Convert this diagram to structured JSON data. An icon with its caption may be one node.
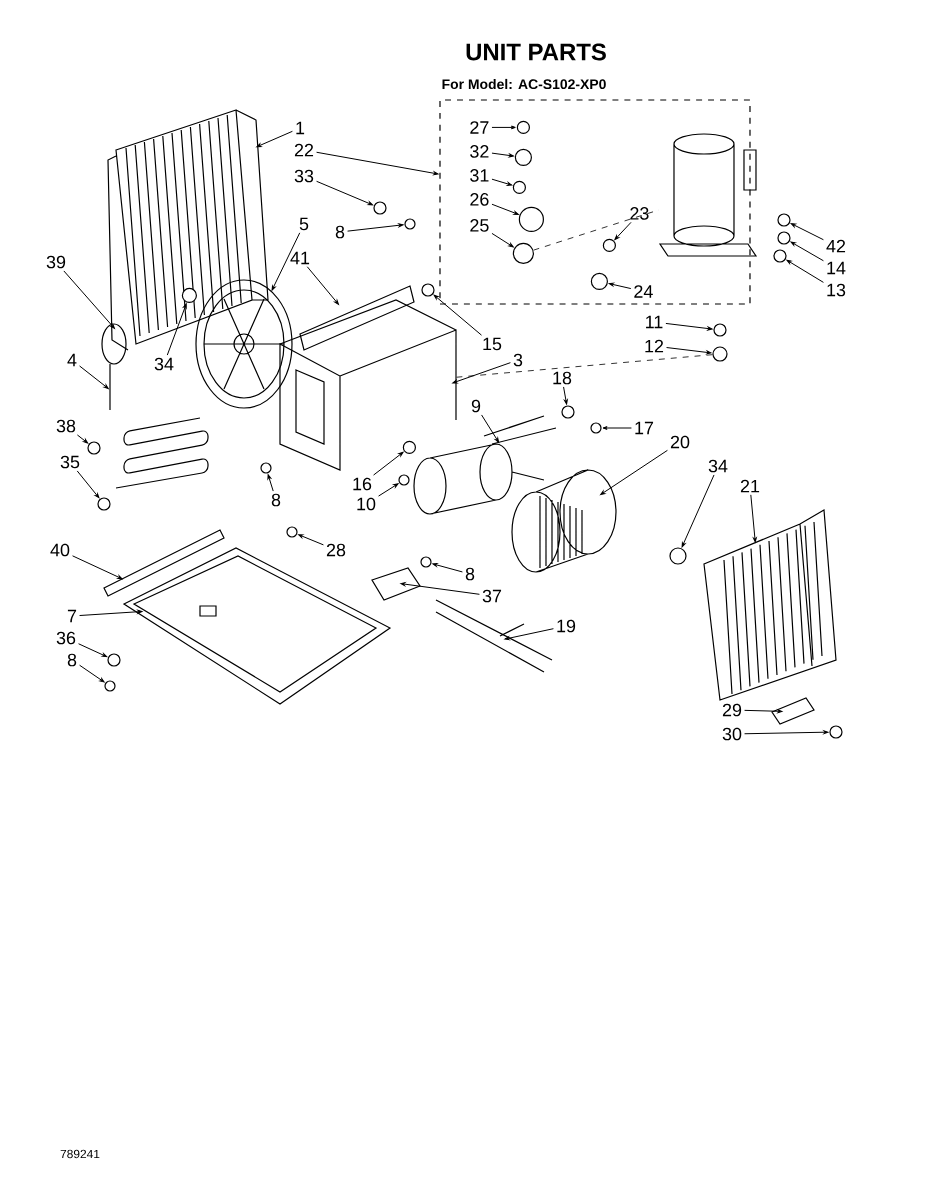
{
  "diagram": {
    "title": "UNIT PARTS",
    "nodes": [
      {
        "text": [],
        "shape": "box"
      },
      {
        "text": [
          "1"
        ]
      },
      {
        "text": [
          "22"
        ]
      },
      {
        "text": [
          "33"
        ]
      },
      {
        "text": [
          "8"
        ]
      },
      {
        "text": [
          "5"
        ]
      },
      {
        "text": [
          "41"
        ]
      },
      {
        "text": [
          "27"
        ],
        "in": 0
      },
      {
        "text": [
          "32"
        ],
        "in": 0
      },
      {
        "text": [
          "31"
        ],
        "in": 0
      },
      {
        "text": [
          "26"
        ],
        "in": 0
      },
      {
        "text": [
          "25"
        ],
        "in": 0
      },
      {
        "text": [
          "23"
        ],
        "in": 0
      },
      {
        "text": [
          "24"
        ],
        "in": 0
      },
      {
        "text": [
          "42"
        ]
      },
      {
        "text": [
          "14"
        ]
      },
      {
        "text": [
          "13"
        ]
      },
      {
        "text": [
          "11"
        ]
      },
      {
        "text": [
          "12"
        ]
      },
      {
        "text": [
          "15"
        ]
      },
      {
        "text": [
          "3"
        ]
      },
      {
        "text": [
          "39"
        ]
      },
      {
        "text": [
          "34"
        ]
      },
      {
        "text": [
          "4"
        ]
      },
      {
        "text": [
          "18"
        ]
      },
      {
        "text": [
          "9"
        ]
      },
      {
        "text": [
          "17"
        ]
      },
      {
        "text": [
          "20"
        ]
      },
      {
        "text": [
          "34"
        ]
      },
      {
        "text": [
          "21"
        ]
      },
      {
        "text": [
          "38"
        ]
      },
      {
        "text": [
          "35"
        ]
      },
      {
        "text": [
          "8"
        ]
      },
      {
        "text": [
          "16"
        ]
      },
      {
        "text": [
          "10"
        ]
      },
      {
        "text": [
          "28"
        ]
      },
      {
        "text": [
          "8"
        ]
      },
      {
        "text": [
          "37"
        ]
      },
      {
        "text": [
          "19"
        ]
      },
      {
        "text": [
          "40"
        ]
      },
      {
        "text": [
          "7"
        ]
      },
      {
        "text": [
          "36"
        ]
      },
      {
        "text": [
          "8"
        ]
      },
      {
        "text": [
          "29"
        ]
      },
      {
        "text": [
          "30"
        ]
      },
      {
        "text": [],
        "shape": "picture"
      },
      {
        "text": [],
        "shape": "circle"
      },
      {
        "text": [],
        "shape": "circle"
      },
      {
        "text": [],
        "shape": "picture"
      },
      {
        "text": [],
        "shape": "picture"
      },
      {
        "text": [],
        "shape": "circle",
        "in": 0
      },
      {
        "text": [],
        "shape": "circle",
        "in": 0
      },
      {
        "text": [],
        "shape": "circle",
        "in": 0
      },
      {
        "text": [],
        "shape": "circle",
        "in": 0
      },
      {
        "text": [],
        "shape": "circle",
        "in": 0
      },
      {
        "text": [],
        "shape": "circle",
        "in": 0
      },
      {
        "text": [],
        "shape": "circle",
        "in": 0
      },
      {
        "text": [],
        "shape": "circle"
      },
      {
        "text": [],
        "shape": "circle"
      },
      {
        "text": [],
        "shape": "circle"
      },
      {
        "text": [],
        "shape": "circle"
      },
      {
        "text": [],
        "shape": "circle"
      },
      {
        "text": [],
        "shape": "circle"
      },
      {
        "text": [],
        "shape": "picture"
      },
      {
        "text": [],
        "shape": "circle",
        "in": 45
      },
      {
        "text": [],
        "shape": "picture"
      },
      {
        "text": [],
        "shape": "circle"
      },
      {
        "text": [],
        "shape": "picture"
      },
      {
        "text": [],
        "shape": "circle"
      },
      {
        "text": [],
        "shape": "picture"
      },
      {
        "text": [],
        "shape": "circle"
      },
      {
        "text": [],
        "shape": "picture"
      },
      {
        "text": [],
        "shape": "circle"
      },
      {
        "text": [],
        "shape": "circle"
      },
      {
        "text": [],
        "shape": "circle"
      },
      {
        "text": [],
        "shape": "circle",
        "in": 63
      },
      {
        "text": [],
        "shape": "circle"
      },
      {
        "text": [],
        "shape": "circle"
      },
      {
        "text": [],
        "shape": "circle"
      },
      {
        "text": [],
        "shape": "picture"
      },
      {
        "text": [],
        "shape": "picture"
      },
      {
        "text": [],
        "shape": "picture"
      },
      {
        "text": [],
        "shape": "picture"
      },
      {
        "text": [],
        "shape": "circle"
      },
      {
        "text": [],
        "shape": "circle"
      },
      {
        "text": [],
        "shape": "picture"
      },
      {
        "text": [],
        "shape": "circle"
      },
      {
        "text": [],
        "shape": "picture",
        "in": 0
      }
    ],
    "edges": [
      {
        "from": 1,
        "to": 45,
        "arrow": "to"
      },
      {
        "from": 2,
        "to": 0,
        "arrow": "to"
      },
      {
        "from": 3,
        "to": 46,
        "arrow": "to"
      },
      {
        "from": 4,
        "to": 47,
        "arrow": "to"
      },
      {
        "from": 5,
        "to": 48,
        "arrow": "to"
      },
      {
        "from": 6,
        "to": 49,
        "arrow": "to"
      },
      {
        "from": 7,
        "to": 50,
        "arrow": "to"
      },
      {
        "from": 8,
        "to": 51,
        "arrow": "to"
      },
      {
        "from": 9,
        "to": 52,
        "arrow": "to"
      },
      {
        "from": 10,
        "to": 53,
        "arrow": "to"
      },
      {
        "from": 11,
        "to": 54,
        "arrow": "to"
      },
      {
        "from": 12,
        "to": 55,
        "arrow": "to"
      },
      {
        "from": 13,
        "to": 56,
        "arrow": "to"
      },
      {
        "from": 14,
        "to": 57,
        "arrow": "to"
      },
      {
        "from": 15,
        "to": 58,
        "arrow": "to"
      },
      {
        "from": 16,
        "to": 59,
        "arrow": "to"
      },
      {
        "from": 17,
        "to": 60,
        "arrow": "to"
      },
      {
        "from": 18,
        "to": 61,
        "arrow": "to"
      },
      {
        "from": 19,
        "to": 62,
        "arrow": "to"
      },
      {
        "from": 20,
        "to": 63,
        "arrow": "to"
      },
      {
        "from": 21,
        "to": 45,
        "arrow": "to"
      },
      {
        "from": 22,
        "to": 64,
        "arrow": "to"
      },
      {
        "from": 23,
        "to": 65,
        "arrow": "to"
      },
      {
        "from": 24,
        "to": 66,
        "arrow": "to"
      },
      {
        "from": 25,
        "to": 67,
        "arrow": "to"
      },
      {
        "from": 26,
        "to": 68,
        "arrow": "to"
      },
      {
        "from": 27,
        "to": 69,
        "arrow": "to"
      },
      {
        "from": 28,
        "to": 70,
        "arrow": "to"
      },
      {
        "from": 29,
        "to": 71,
        "arrow": "to"
      },
      {
        "from": 30,
        "to": 72,
        "arrow": "to"
      },
      {
        "from": 31,
        "to": 73,
        "arrow": "to"
      },
      {
        "from": 32,
        "to": 74,
        "arrow": "to"
      },
      {
        "from": 33,
        "to": 75,
        "arrow": "to"
      },
      {
        "from": 34,
        "to": 76,
        "arrow": "to"
      },
      {
        "from": 35,
        "to": 77,
        "arrow": "to"
      },
      {
        "from": 36,
        "to": 78,
        "arrow": "to"
      },
      {
        "from": 37,
        "to": 79,
        "arrow": "to"
      },
      {
        "from": 38,
        "to": 80,
        "arrow": "to"
      },
      {
        "from": 39,
        "to": 81,
        "arrow": "to"
      },
      {
        "from": 40,
        "to": 82,
        "arrow": "to"
      },
      {
        "from": 41,
        "to": 83,
        "arrow": "to"
      },
      {
        "from": 42,
        "to": 84,
        "arrow": "to"
      },
      {
        "from": 43,
        "to": 85,
        "arrow": "to"
      },
      {
        "from": 44,
        "to": 86,
        "arrow": "to"
      },
      {
        "from": 54,
        "to": 87,
        "arrow": "none",
        "style": "dashed"
      },
      {
        "from": 61,
        "to": 63,
        "arrow": "none",
        "style": "dashed"
      }
    ],
    "labels": [
      "For Model: AC-S102-XP0",
      "789241"
    ]
  }
}
